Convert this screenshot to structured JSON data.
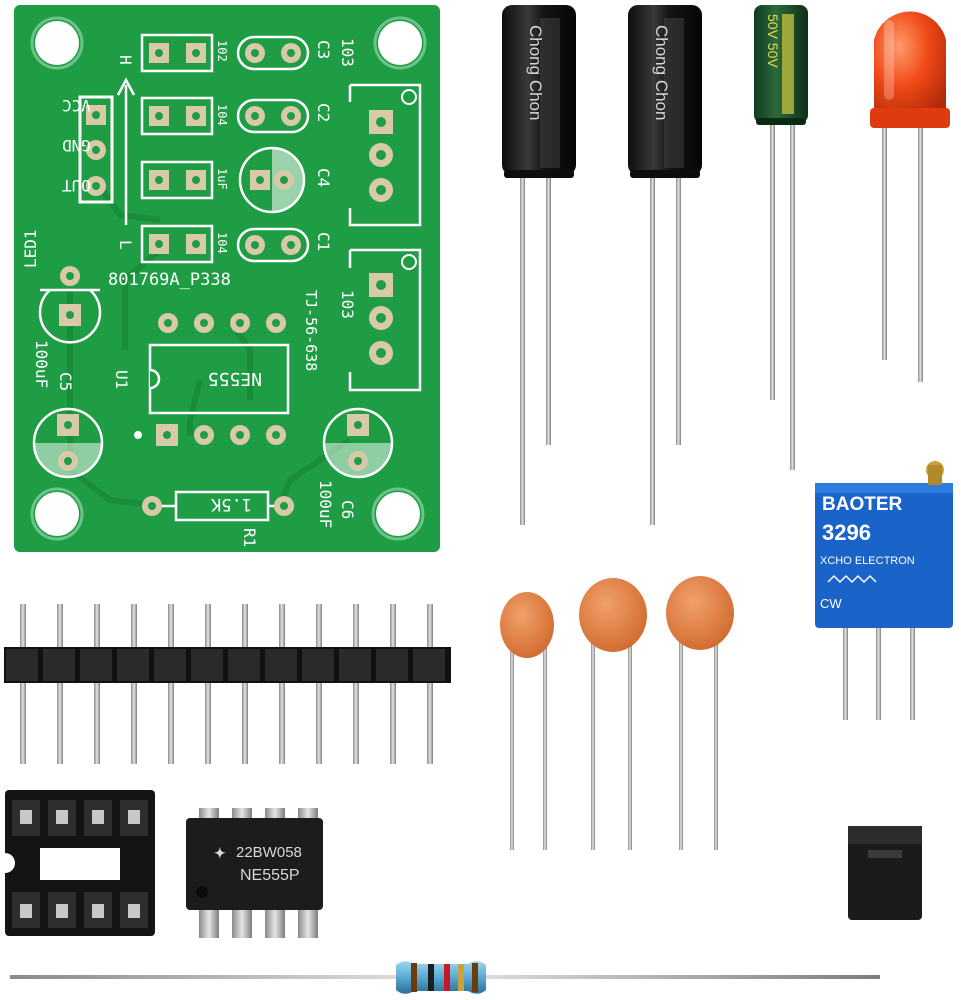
{
  "pcb": {
    "board_code": "801769A_P338",
    "ref_code": "TJ-56-638",
    "ic_label": "NE555",
    "pin_vcc": "VCC",
    "pin_gnd": "GND",
    "pin_out": "OUT",
    "h": "H",
    "l": "L",
    "led1": "LED1",
    "u1": "U1",
    "r1": "R1",
    "r1_value": "1.5K",
    "c1": "C1",
    "c2": "C2",
    "c3": "C3",
    "c4": "C4",
    "c5": "C5",
    "c6": "C6",
    "c5_value": "100uF",
    "c6_value": "100uF",
    "c4_value": "1uF",
    "pot_upper": "103",
    "pot_lower": "103",
    "cap_small_1": "102",
    "cap_small_2": "104",
    "cap_small_3": "104"
  },
  "electrolytic_cap_small": {
    "rating": "50V 50V"
  },
  "electrolytic_cap_large": {
    "brand": "Chong Chon"
  },
  "trimmer": {
    "brand": "BAOTER",
    "model": "3296",
    "maker": "XCHO ELECTRON",
    "cw": "CW"
  },
  "ic_chip": {
    "code": "22BW058",
    "part": "NE555P"
  },
  "colors": {
    "pcb_green": "#1f9d45",
    "cap_black": "#1b1b1b",
    "led_red": "#f03a12",
    "trimmer_blue": "#1a63c8",
    "ceramic_orange": "#e07a3e"
  }
}
